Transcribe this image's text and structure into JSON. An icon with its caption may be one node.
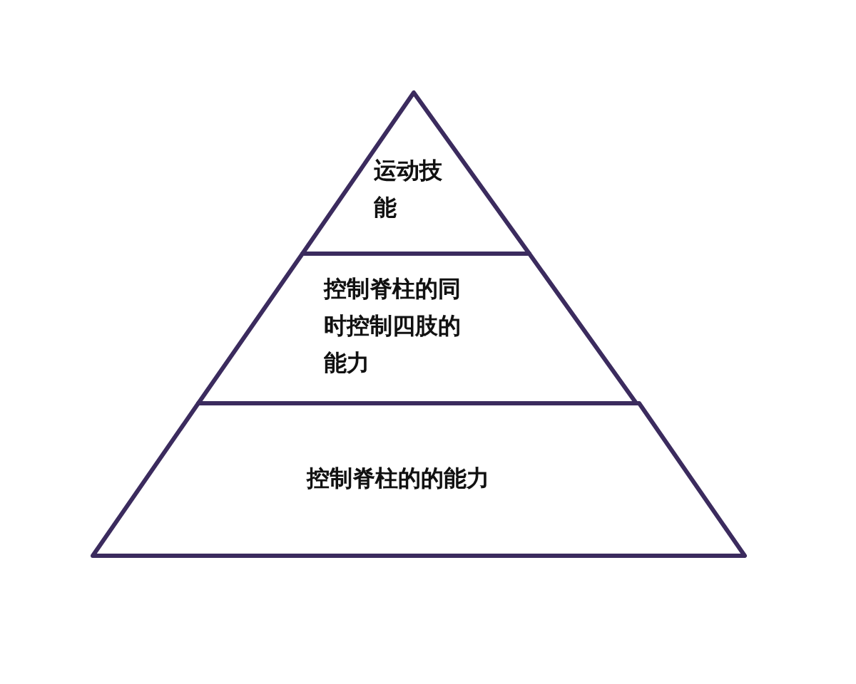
{
  "diagram": {
    "nodes": [
      {
        "text": [
          "运动技能"
        ]
      },
      {
        "text": [
          "控制脊柱的同时控制四肢的能力"
        ]
      },
      {
        "text": [
          "控制脊柱的的能力"
        ]
      }
    ]
  }
}
